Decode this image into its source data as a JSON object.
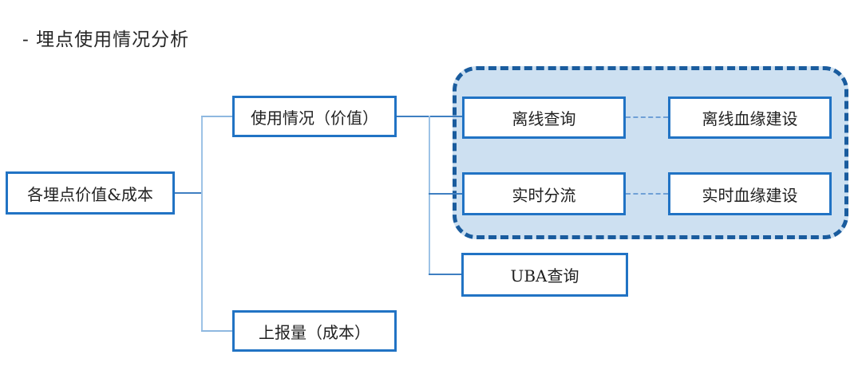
{
  "title": "- 埋点使用情况分析",
  "nodes": {
    "root": "各埋点价值&成本",
    "usage": "使用情况（价值）",
    "report": "上报量（成本）",
    "offline_query": "离线查询",
    "offline_lineage": "离线血缘建设",
    "realtime_split": "实时分流",
    "realtime_lineage": "实时血缘建设",
    "uba_query": "UBA查询"
  },
  "colors": {
    "node_border": "#2173c4",
    "group_fill": "#cde0f1",
    "group_border": "#1a5c9e",
    "connector_horizontal": "#3f7fc1",
    "connector_vertical": "#9dc3e6",
    "dotted_connector": "#6fa0d6",
    "text": "#1f1f1f"
  }
}
